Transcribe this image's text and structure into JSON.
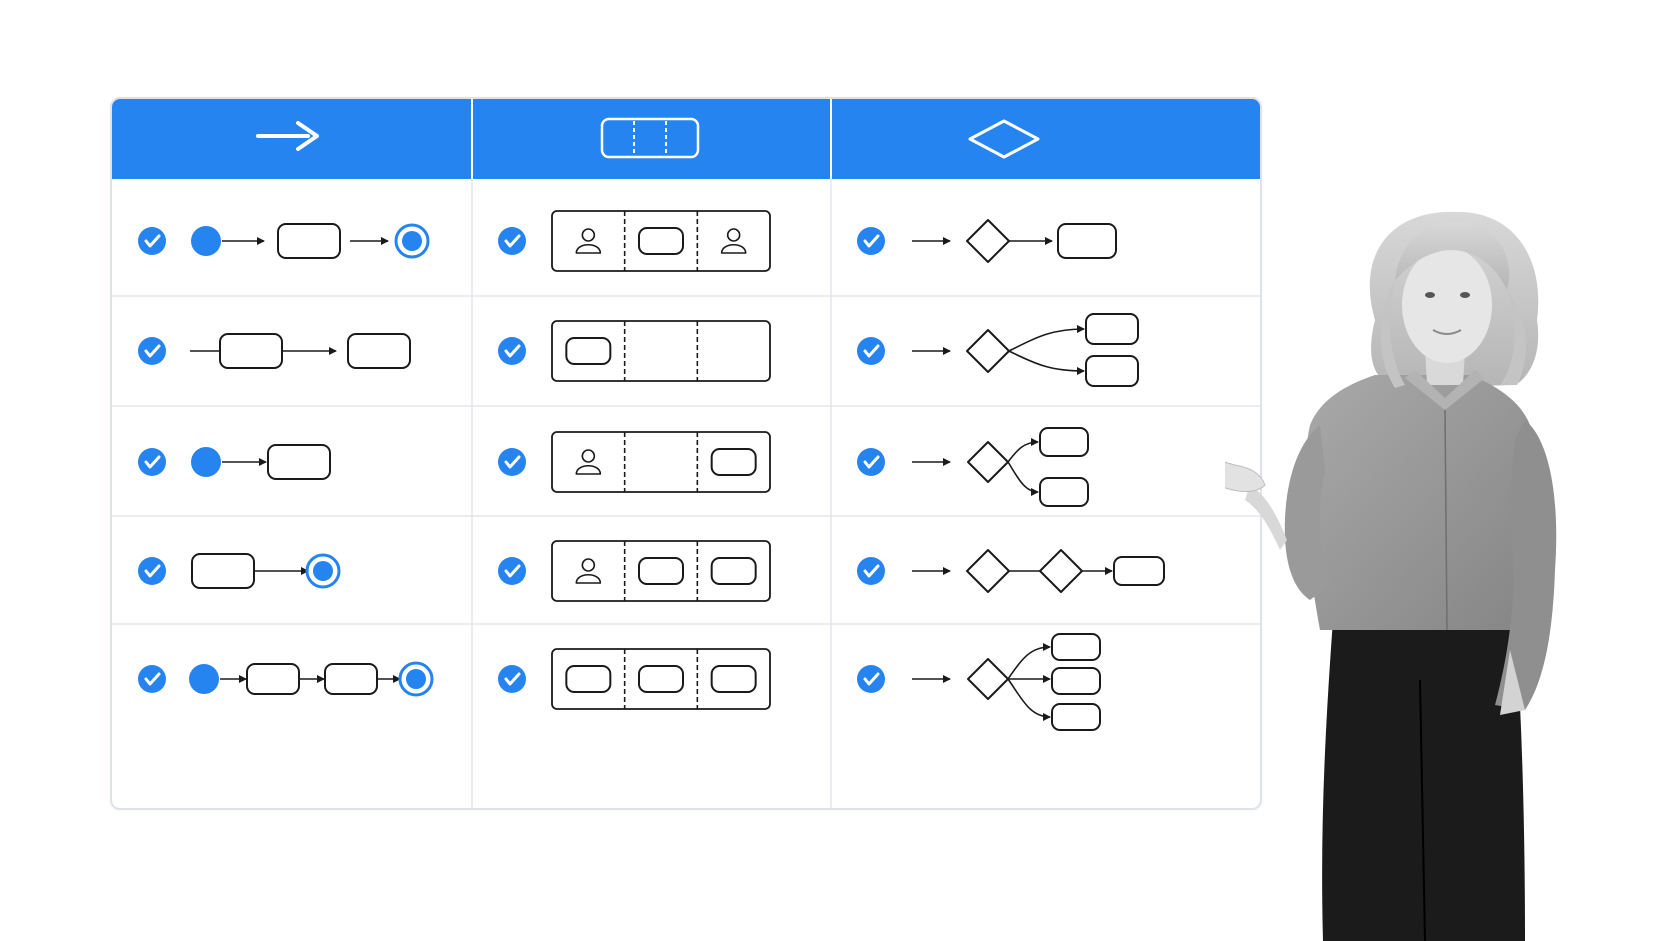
{
  "colors": {
    "accent": "#2684f0",
    "ink": "#1a1a1a",
    "divider": "#e3e6ea",
    "check_fill": "#2684f0",
    "check_mark": "#ffffff"
  },
  "columns": [
    {
      "header_icon": "arrow-right-icon",
      "rows": [
        {
          "check": true,
          "diagram": "start-node-arrow-task-arrow-end-node"
        },
        {
          "check": true,
          "diagram": "task-arrow-task"
        },
        {
          "check": true,
          "diagram": "start-node-arrow-task"
        },
        {
          "check": true,
          "diagram": "task-arrow-end-node"
        },
        {
          "check": true,
          "diagram": "start-node-task-task-end-node"
        }
      ]
    },
    {
      "header_icon": "swimlane-icon",
      "rows": [
        {
          "check": true,
          "lanes": [
            "user-icon",
            "task",
            "user-icon"
          ]
        },
        {
          "check": true,
          "lanes": [
            "task",
            "empty",
            "empty"
          ]
        },
        {
          "check": true,
          "lanes": [
            "user-icon",
            "empty",
            "task"
          ]
        },
        {
          "check": true,
          "lanes": [
            "user-icon",
            "task",
            "task"
          ]
        },
        {
          "check": true,
          "lanes": [
            "task",
            "task",
            "task"
          ]
        }
      ]
    },
    {
      "header_icon": "gateway-diamond-icon",
      "rows": [
        {
          "check": true,
          "diagram": "arrow-gateway-task"
        },
        {
          "check": true,
          "diagram": "arrow-gateway-split-two-tasks"
        },
        {
          "check": true,
          "diagram": "arrow-gateway-split-two-tasks-small"
        },
        {
          "check": true,
          "diagram": "arrow-gateway-gateway-task"
        },
        {
          "check": true,
          "diagram": "arrow-gateway-split-three-tasks"
        }
      ]
    }
  ]
}
